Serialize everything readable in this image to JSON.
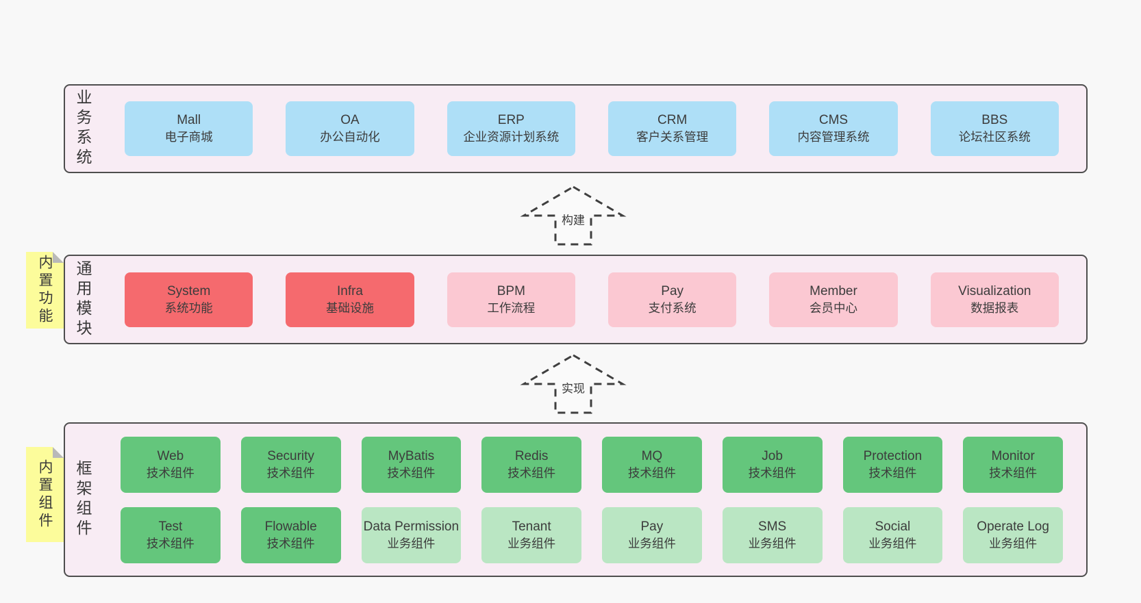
{
  "layers": {
    "business": {
      "label": "业务系统",
      "items": [
        {
          "name": "Mall",
          "desc": "电子商城"
        },
        {
          "name": "OA",
          "desc": "办公自动化"
        },
        {
          "name": "ERP",
          "desc": "企业资源计划系统"
        },
        {
          "name": "CRM",
          "desc": "客户关系管理"
        },
        {
          "name": "CMS",
          "desc": "内容管理系统"
        },
        {
          "name": "BBS",
          "desc": "论坛社区系统"
        }
      ]
    },
    "modules": {
      "label": "通用模块",
      "tag": "内置功能",
      "items": [
        {
          "name": "System",
          "desc": "系统功能"
        },
        {
          "name": "Infra",
          "desc": "基础设施"
        },
        {
          "name": "BPM",
          "desc": "工作流程"
        },
        {
          "name": "Pay",
          "desc": "支付系统"
        },
        {
          "name": "Member",
          "desc": "会员中心"
        },
        {
          "name": "Visualization",
          "desc": "数据报表"
        }
      ]
    },
    "framework": {
      "label": "框架组件",
      "tag": "内置组件",
      "items": [
        {
          "name": "Web",
          "desc": "技术组件"
        },
        {
          "name": "Security",
          "desc": "技术组件"
        },
        {
          "name": "MyBatis",
          "desc": "技术组件"
        },
        {
          "name": "Redis",
          "desc": "技术组件"
        },
        {
          "name": "MQ",
          "desc": "技术组件"
        },
        {
          "name": "Job",
          "desc": "技术组件"
        },
        {
          "name": "Protection",
          "desc": "技术组件"
        },
        {
          "name": "Monitor",
          "desc": "技术组件"
        },
        {
          "name": "Test",
          "desc": "技术组件"
        },
        {
          "name": "Flowable",
          "desc": "技术组件"
        },
        {
          "name": "Data Permission",
          "desc": "业务组件"
        },
        {
          "name": "Tenant",
          "desc": "业务组件"
        },
        {
          "name": "Pay",
          "desc": "业务组件"
        },
        {
          "name": "SMS",
          "desc": "业务组件"
        },
        {
          "name": "Social",
          "desc": "业务组件"
        },
        {
          "name": "Operate Log",
          "desc": "业务组件"
        }
      ]
    }
  },
  "arrows": {
    "build": "构建",
    "implement": "实现"
  },
  "colors": {
    "page_bg": "#f8f8f8",
    "container_bg": "#f8ecf4",
    "container_border": "#4e4e4e",
    "blue_box": "#aedff7",
    "red_box": "#f56a6e",
    "pink_box": "#fbc8d2",
    "green_box": "#64c67c",
    "light_green_box": "#bae6c3",
    "note_yellow": "#fcfc9b",
    "note_fold": "#b9b9b9",
    "text": "#3c3c3c"
  }
}
